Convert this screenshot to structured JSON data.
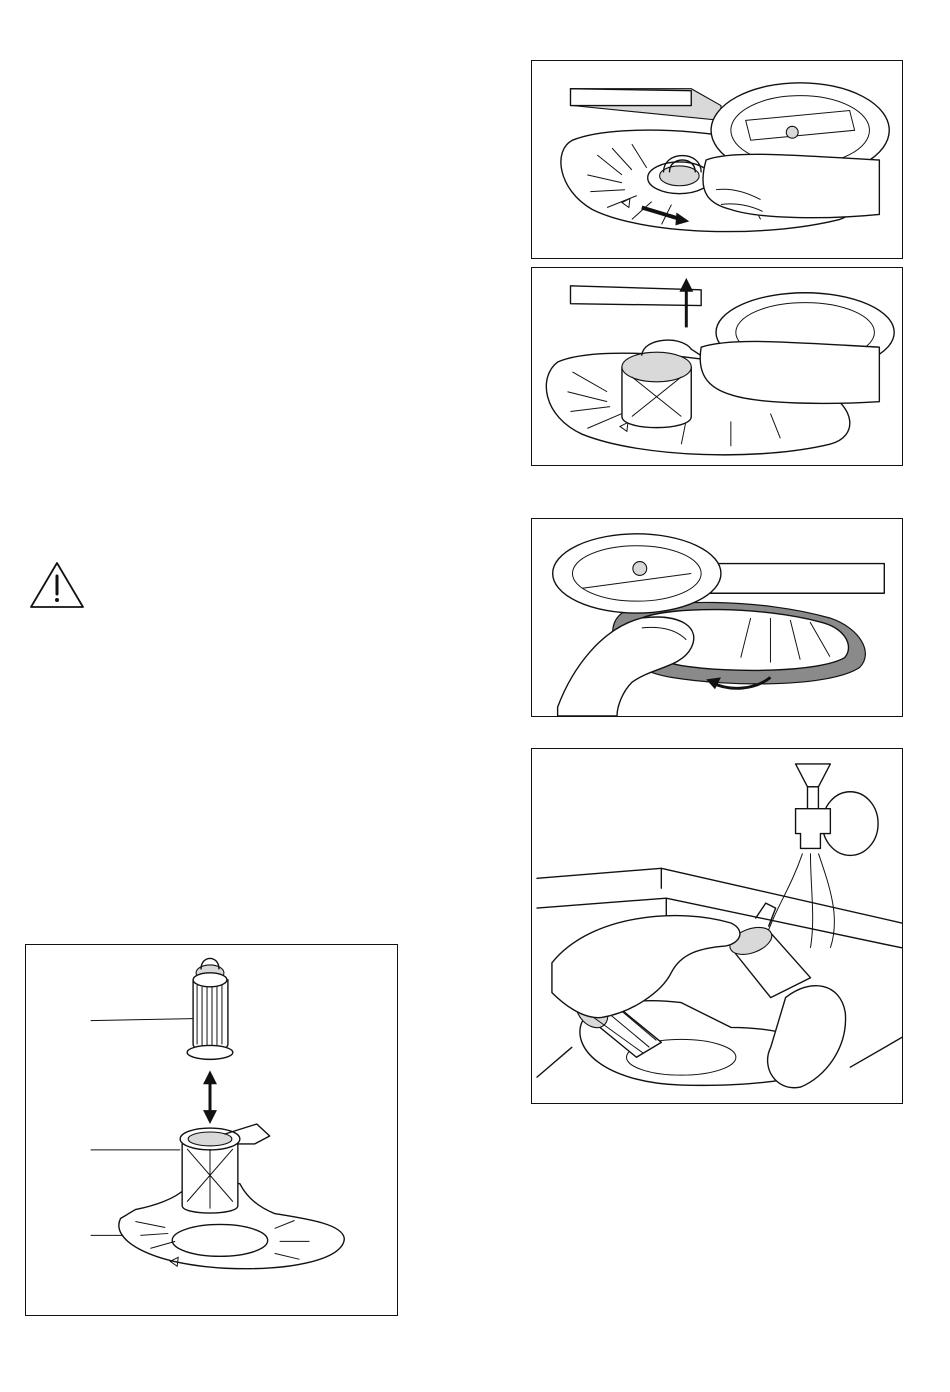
{
  "figures": [
    {
      "id": "turn-filter",
      "description_icons": [
        "filter-plate",
        "filter-handle",
        "hand",
        "rotation-arrow"
      ]
    },
    {
      "id": "lift-filter",
      "description_icons": [
        "filter-plate",
        "coarse-filter",
        "hand",
        "up-arrow"
      ]
    },
    {
      "id": "remove-plate",
      "description_icons": [
        "spray-arm",
        "filter-plate",
        "hand",
        "rotation-arrow"
      ]
    },
    {
      "id": "rinse-filters",
      "description_icons": [
        "tap",
        "water-stream",
        "sink",
        "hands",
        "filters"
      ]
    },
    {
      "id": "filter-assembly",
      "description_icons": [
        "microfilter",
        "coarse-filter",
        "filter-plate",
        "double-arrow"
      ]
    }
  ],
  "warning": {
    "icon": "warning-triangle-icon"
  }
}
